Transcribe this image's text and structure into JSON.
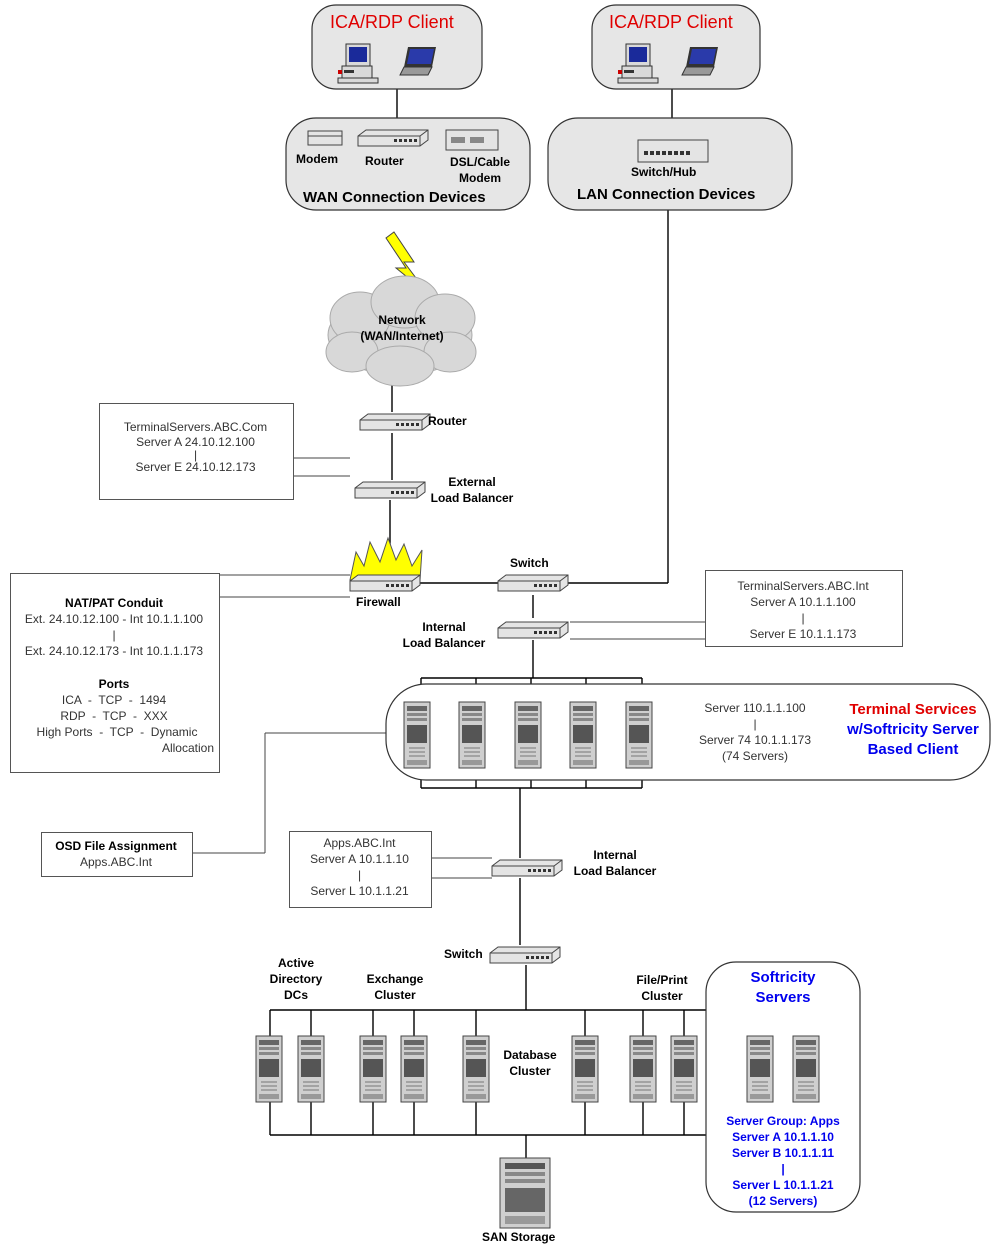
{
  "clients": {
    "wan_client_title": "ICA/RDP Client",
    "lan_client_title": "ICA/RDP Client"
  },
  "wan_devices": {
    "modem": "Modem",
    "router": "Router",
    "dsl_line1": "DSL/Cable",
    "dsl_line2": "Modem",
    "title": "WAN Connection Devices"
  },
  "lan_devices": {
    "switch_hub": "Switch/Hub",
    "title": "LAN Connection Devices"
  },
  "network": {
    "line1": "Network",
    "line2": "(WAN/Internet)"
  },
  "edge": {
    "router": "Router",
    "ext_lb_line1": "External",
    "ext_lb_line2": "Load Balancer",
    "firewall": "Firewall",
    "switch": "Switch",
    "int_lb_line1": "Internal",
    "int_lb_line2": "Load Balancer"
  },
  "dns_external": {
    "line1": "TerminalServers.ABC.Com",
    "line2": "Server A 24.10.12.100",
    "line3": "|",
    "line4": "Server E 24.10.12.173"
  },
  "dns_internal": {
    "line1": "TerminalServers.ABC.Int",
    "line2": "Server A 10.1.1.100",
    "line3": "|",
    "line4": "Server E 10.1.1.173"
  },
  "nat": {
    "title": "NAT/PAT Conduit",
    "line1": "Ext. 24.10.12.100 - Int 10.1.1.100",
    "line2": "|",
    "line3": "Ext. 24.10.12.173 - Int 10.1.1.173",
    "ports_title": "Ports",
    "port1": "ICA  -  TCP  -  1494",
    "port2": "RDP  -  TCP  -  XXX",
    "port3": "High Ports  -  TCP  -  Dynamic",
    "port4": "Allocation"
  },
  "terminal_farm": {
    "line1": "Server 110.1.1.100",
    "line2": "|",
    "line3": "Server 74 10.1.1.173",
    "line4": "(74 Servers)",
    "title1": "Terminal Services",
    "title2": "w/Softricity Server",
    "title3": "Based Client"
  },
  "osd": {
    "title": "OSD File Assignment",
    "value": "Apps.ABC.Int"
  },
  "apps_dns": {
    "line1": "Apps.ABC.Int",
    "line2": "Server A  10.1.1.10",
    "line3": "|",
    "line4": "Server L 10.1.1.21"
  },
  "backend": {
    "int_lb_line1": "Internal",
    "int_lb_line2": "Load Balancer",
    "switch": "Switch",
    "ad_line1": "Active",
    "ad_line2": "Directory",
    "ad_line3": "DCs",
    "exchange_line1": "Exchange",
    "exchange_line2": "Cluster",
    "db_line1": "Database",
    "db_line2": "Cluster",
    "fileprint_line1": "File/Print",
    "fileprint_line2": "Cluster",
    "san": "SAN Storage"
  },
  "softricity": {
    "title1": "Softricity",
    "title2": "Servers",
    "group": "Server Group: Apps",
    "a": "Server A  10.1.1.10",
    "b": "Server B  10.1.1.11",
    "sep": "|",
    "l": "Server L 10.1.1.21",
    "count": "(12 Servers)"
  },
  "colors": {
    "red_accent": "#e00000",
    "blue_accent": "#0000ee",
    "cloud_grey": "#d8d8d8",
    "group_fill": "#e6e6e6"
  }
}
